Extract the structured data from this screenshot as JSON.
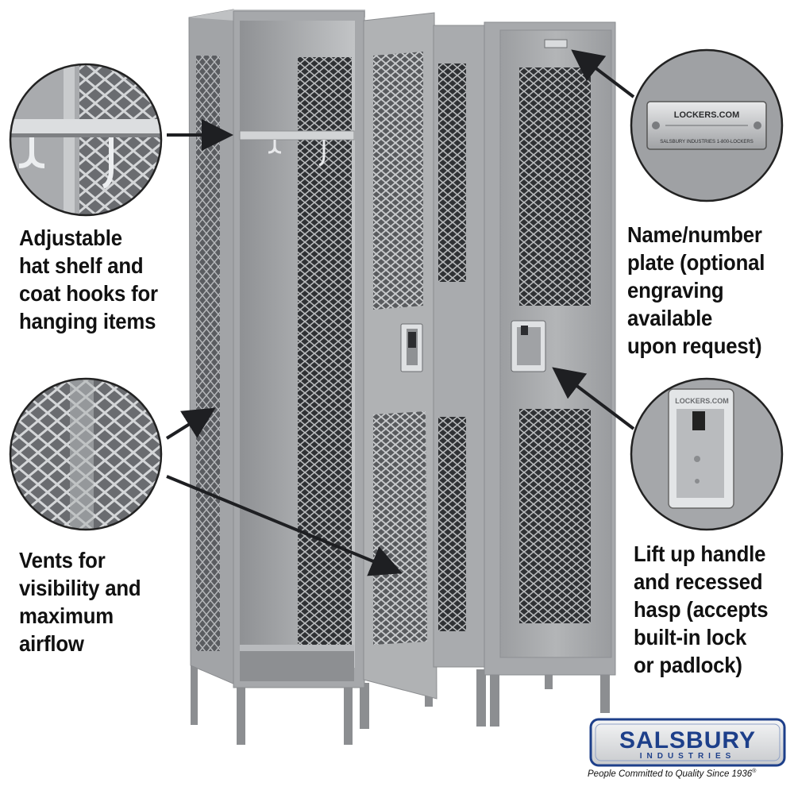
{
  "callouts": {
    "hat_shelf": "Adjustable\nhat shelf and\ncoat hooks for\nhanging items",
    "vents": "Vents for\nvisibility and\nmaximum\nairflow",
    "name_plate": "Name/number\nplate (optional\nengraving\navailable\nupon request)",
    "handle_hasp": "Lift up handle\nand recessed\nhasp (accepts\nbuilt-in lock\nor padlock)"
  },
  "plate_detail": {
    "top_text": "LOCKERS.COM",
    "bottom_text": "SALSBURY INDUSTRIES  1-800-LOCKERS"
  },
  "hasp_detail": {
    "text": "LOCKERS.COM"
  },
  "brand": {
    "name": "SALSBURY",
    "sub": "INDUSTRIES",
    "tagline": "People Committed to Quality Since 1936",
    "registered": "®"
  },
  "colors": {
    "locker_body": "#a7a9ab",
    "locker_light": "#c4c6c8",
    "locker_dark": "#7e8083",
    "mesh_dark": "#3a3c3f",
    "logo_blue": "#1d3f8a",
    "text": "#111111",
    "arrow": "#1e1f22"
  }
}
